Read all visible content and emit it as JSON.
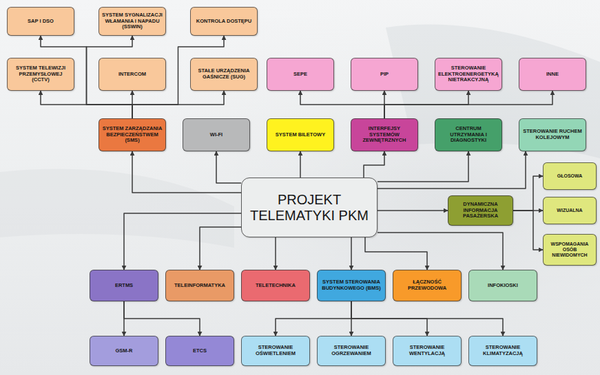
{
  "diagram": {
    "nodes": [
      {
        "text": [
          "SAP I DSO"
        ]
      },
      {
        "text": [
          "SYSTEM SYGNALIZACJI WŁAMANIA I NAPADU (SSWIN)"
        ]
      },
      {
        "text": [
          "KONTROLA DOSTĘPU"
        ]
      },
      {
        "text": [
          "SYSTEM TELEWIZJI PRZEMYSŁOWEJ (CCTV)"
        ]
      },
      {
        "text": [
          "INTERCOM"
        ]
      },
      {
        "text": [
          "STAŁE URZĄDZENIA GAŚNICZE (SUG)"
        ]
      },
      {
        "text": [
          "SEPE"
        ]
      },
      {
        "text": [
          "PIP"
        ]
      },
      {
        "text": [
          "STEROWANIE ELEKTROENERGETYKĄ NIETRAKCYJNĄ"
        ]
      },
      {
        "text": [
          "INNE"
        ]
      },
      {
        "text": [
          "SYSTEM ZARZĄDZANIA BEZPIECZEŃSTWEM (SMS)"
        ]
      },
      {
        "text": [
          "WI-FI"
        ]
      },
      {
        "text": [
          "SYSTEM BILETOWY"
        ]
      },
      {
        "text": [
          "INTERFEJSY SYSTEMÓW ZEWNĘTRZNYCH"
        ]
      },
      {
        "text": [
          "CENTRUM UTRZYMANIA I DIAGNOSTYKI"
        ]
      },
      {
        "text": [
          "STEROWANIE RUCHEM KOLEJOWYM"
        ]
      },
      {
        "text": [
          "PROJEKT TELEMATYKI PKM"
        ]
      },
      {
        "text": [
          "DYNAMICZNA INFORMACJA PASAŻERSKA"
        ]
      },
      {
        "text": [
          "GŁOSOWA"
        ]
      },
      {
        "text": [
          "WIZUALNA"
        ]
      },
      {
        "text": [
          "WSPOMAGANIA OSÓB NIEWIDOMYCH"
        ]
      },
      {
        "text": [
          "ERTMS"
        ]
      },
      {
        "text": [
          "TELEINFORMATYKA"
        ]
      },
      {
        "text": [
          "TELETECHNIKA"
        ]
      },
      {
        "text": [
          "SYSTEM STEROWANIA BUDYNKOWEGO (BMS)"
        ]
      },
      {
        "text": [
          "ŁĄCZNOŚĆ PRZEWODOWA"
        ]
      },
      {
        "text": [
          "INFOKIOSKI"
        ]
      },
      {
        "text": [
          "GSM-R"
        ]
      },
      {
        "text": [
          "ETCS"
        ]
      },
      {
        "text": [
          "STEROWANIE OŚWIETLENIEM"
        ]
      },
      {
        "text": [
          "STEROWANIE OGRZEWANIEM"
        ]
      },
      {
        "text": [
          "STEROWANIE WENTYLACJĄ"
        ]
      },
      {
        "text": [
          "STEROWANIE KLIMATYZACJĄ"
        ]
      }
    ],
    "edges": [
      {
        "from": 16,
        "to": 10,
        "arrow": "to"
      },
      {
        "from": 16,
        "to": 11,
        "arrow": "to"
      },
      {
        "from": 16,
        "to": 12,
        "arrow": "to"
      },
      {
        "from": 16,
        "to": 13,
        "arrow": "to"
      },
      {
        "from": 16,
        "to": 14,
        "arrow": "to"
      },
      {
        "from": 16,
        "to": 15,
        "arrow": "to"
      },
      {
        "from": 16,
        "to": 17,
        "arrow": "to"
      },
      {
        "from": 16,
        "to": 21,
        "arrow": "to"
      },
      {
        "from": 16,
        "to": 22,
        "arrow": "to"
      },
      {
        "from": 16,
        "to": 23,
        "arrow": "to"
      },
      {
        "from": 16,
        "to": 24,
        "arrow": "to"
      },
      {
        "from": 16,
        "to": 25,
        "arrow": "to"
      },
      {
        "from": 16,
        "to": 26,
        "arrow": "to"
      },
      {
        "from": 10,
        "to": 0,
        "arrow": "to"
      },
      {
        "from": 10,
        "to": 1,
        "arrow": "to"
      },
      {
        "from": 10,
        "to": 2,
        "arrow": "to"
      },
      {
        "from": 10,
        "to": 3,
        "arrow": "to"
      },
      {
        "from": 10,
        "to": 4,
        "arrow": "to"
      },
      {
        "from": 10,
        "to": 5,
        "arrow": "to"
      },
      {
        "from": 13,
        "to": 6,
        "arrow": "to"
      },
      {
        "from": 13,
        "to": 7,
        "arrow": "to"
      },
      {
        "from": 13,
        "to": 8,
        "arrow": "to"
      },
      {
        "from": 13,
        "to": 9,
        "arrow": "to"
      },
      {
        "from": 17,
        "to": 18,
        "arrow": "to"
      },
      {
        "from": 17,
        "to": 19,
        "arrow": "to"
      },
      {
        "from": 17,
        "to": 20,
        "arrow": "to"
      },
      {
        "from": 21,
        "to": 27,
        "arrow": "to"
      },
      {
        "from": 21,
        "to": 28,
        "arrow": "to"
      },
      {
        "from": 24,
        "to": 29,
        "arrow": "to"
      },
      {
        "from": 24,
        "to": 30,
        "arrow": "to"
      },
      {
        "from": 24,
        "to": 31,
        "arrow": "to"
      },
      {
        "from": 24,
        "to": 32,
        "arrow": "to"
      }
    ]
  }
}
